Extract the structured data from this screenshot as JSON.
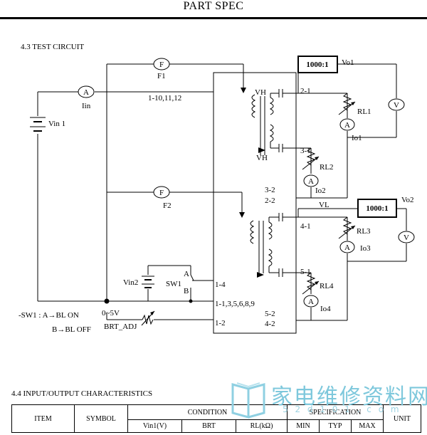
{
  "header": {
    "title": "PART SPEC"
  },
  "section_43": {
    "title": "4.3  TEST CIRCUIT"
  },
  "circuit": {
    "fuse1": {
      "symbol": "F",
      "label": "F1"
    },
    "fuse2": {
      "symbol": "F",
      "label": "F2"
    },
    "ammeter_in": {
      "symbol": "A",
      "label": "Iin"
    },
    "vin1": "Vin 1",
    "vin2": "Vin2",
    "pins_top": "1-10,11,12",
    "pin_14": "1-4",
    "pin_gnd": "1-1,3,5,6,8,9",
    "pin_12": "1-2",
    "vh_top": "VH",
    "vh_bottom": "VH",
    "vl": "VL",
    "p21": "2-1",
    "p31": "3-1",
    "p32": "3-2",
    "p22": "2-2",
    "p41": "4-1",
    "p51": "5-1",
    "p52": "5-2",
    "p42": "4-2",
    "probe1": "1000:1",
    "probe2": "1000:1",
    "vo1": "Vo1",
    "vo2": "Vo2",
    "voltmeter": "V",
    "ammeter": "A",
    "rl1": "RL1",
    "rl2": "RL2",
    "rl3": "RL3",
    "rl4": "RL4",
    "io1": "Io1",
    "io2": "Io2",
    "io3": "Io3",
    "io4": "Io4",
    "sw1": "SW1",
    "sw_a": "A",
    "sw_b": "B",
    "range": "0~5V",
    "brt_adj": "BRT_ADJ",
    "note_line1": "-SW1 : A→BL ON",
    "note_line2": "B→BL OFF"
  },
  "section_44": {
    "title": "4.4 INPUT/OUTPUT CHARACTERISTICS"
  },
  "table": {
    "headers": {
      "item": "ITEM",
      "symbol": "SYMBOL",
      "condition": "CONDITION",
      "specification": "SPECIFICATION",
      "unit": "UNIT"
    },
    "subheaders": {
      "vin1": "Vin1(V)",
      "brt": "BRT",
      "rl": "RL(kΩ)",
      "min": "MIN",
      "typ": "TYP",
      "max": "MAX"
    }
  },
  "watermark": {
    "text": "家电维修资料网",
    "url": "5 2 d 1 0 1 . c o m"
  }
}
